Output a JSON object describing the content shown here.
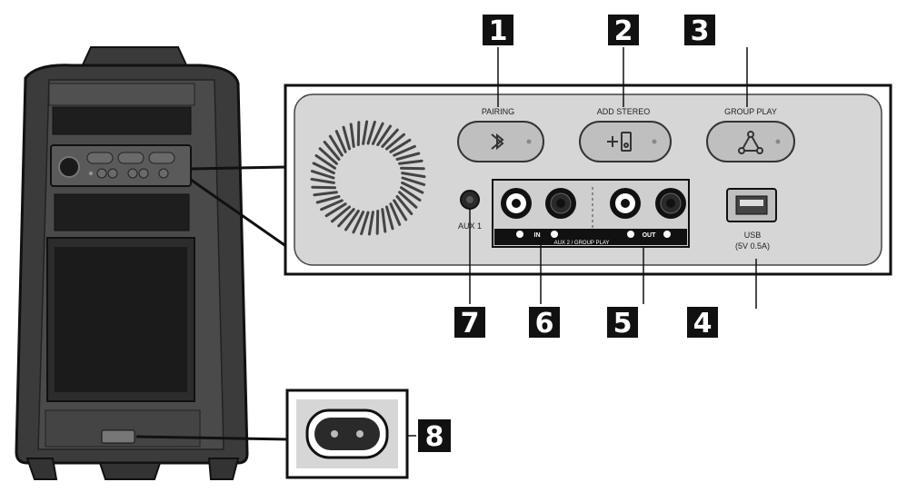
{
  "callouts": [
    {
      "id": "1",
      "label": "1"
    },
    {
      "id": "2",
      "label": "2"
    },
    {
      "id": "3",
      "label": "3"
    },
    {
      "id": "4",
      "label": "4"
    },
    {
      "id": "5",
      "label": "5"
    },
    {
      "id": "6",
      "label": "6"
    },
    {
      "id": "7",
      "label": "7"
    },
    {
      "id": "8",
      "label": "8"
    }
  ],
  "panel": {
    "pairing_label": "PAIRING",
    "add_stereo_label": "ADD STEREO",
    "group_play_label": "GROUP PLAY",
    "aux1_label": "AUX 1",
    "in_label": "IN",
    "out_label": "OUT",
    "aux2_group_play_label": "AUX 2 / GROUP PLAY",
    "usb_label": "USB",
    "usb_rating_label": "(5V 0.5A)"
  },
  "icons": {
    "pairing": "bluetooth-icon",
    "add_stereo": "add-speaker-icon",
    "group_play": "group-play-icon",
    "usb": "usb-port-icon",
    "power": "power-inlet-icon"
  }
}
